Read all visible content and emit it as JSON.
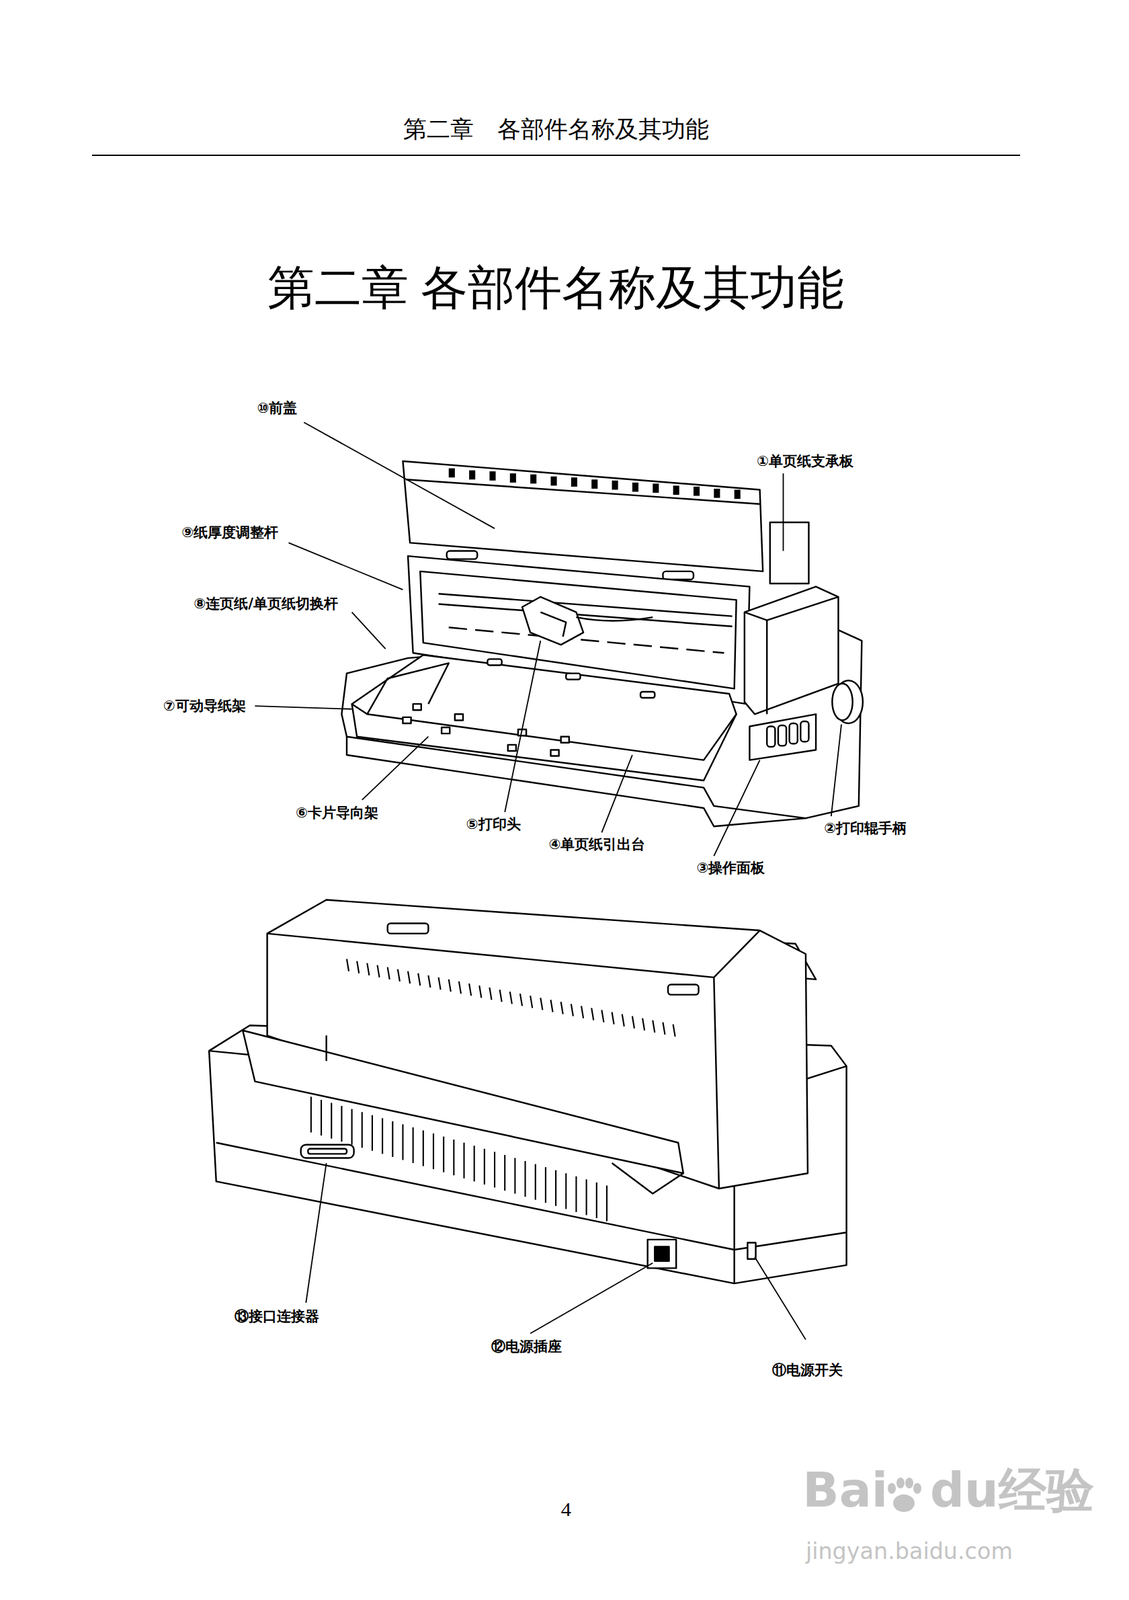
{
  "diagram": {
    "title": "第二章 各部件名称及其功能",
    "labels": [
      "第二章　各部件名称及其功能",
      "⑩前盖",
      "①单页纸支承板",
      "⑨纸厚度调整杆",
      "⑧连页纸/单页纸切换杆",
      "⑦可动导纸架",
      "⑥卡片导向架",
      "⑤打印头",
      "④单页纸引出台",
      "③操作面板",
      "②打印辊手柄",
      "⑬接口连接器",
      "⑫电源插座",
      "⑪电源开关",
      "4",
      "Bai",
      "du经验",
      "jingyan.baidu.com"
    ]
  }
}
